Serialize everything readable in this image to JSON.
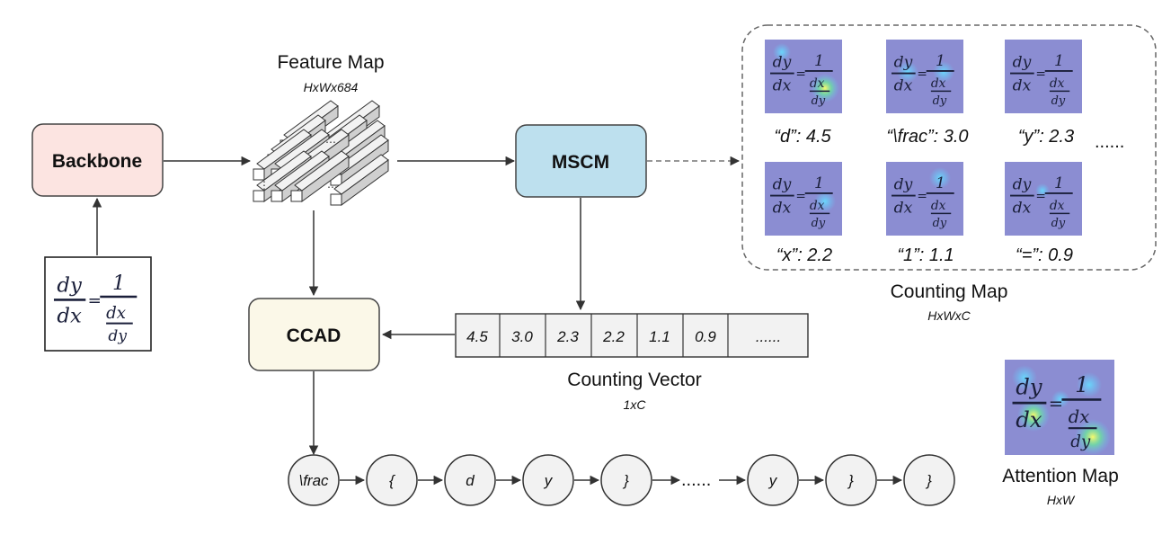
{
  "blocks": {
    "backbone": "Backbone",
    "mscm": "MSCM",
    "ccad": "CCAD"
  },
  "feature_map": {
    "title": "Feature Map",
    "dims": "HxWx684"
  },
  "counting_map": {
    "title": "Counting Map",
    "dims": "HxWxC",
    "labels": [
      "“d”: 4.5",
      "“\\frac”: 3.0",
      "“y”: 2.3",
      "“x”: 2.2",
      "“1”: 1.1",
      "“=”: 0.9"
    ],
    "more": "......"
  },
  "counting_vector": {
    "title": "Counting Vector",
    "dims": "1xC",
    "cells": [
      "4.5",
      "3.0",
      "2.3",
      "2.2",
      "1.1",
      "0.9",
      "......"
    ]
  },
  "attention_map": {
    "title": "Attention Map",
    "dims": "HxW"
  },
  "tokens": [
    "\\frac",
    "{",
    "d",
    "y",
    "}",
    "y",
    "}",
    "}"
  ],
  "token_ellipsis": "......",
  "formula": {
    "dy": "dy",
    "dx": "dx",
    "eq": "=",
    "one": "1"
  },
  "colors": {
    "backbone": "#fce4e1",
    "mscm": "#bde0ee",
    "ccad": "#fbf8e8",
    "heatmap": "#8b8dd2"
  }
}
